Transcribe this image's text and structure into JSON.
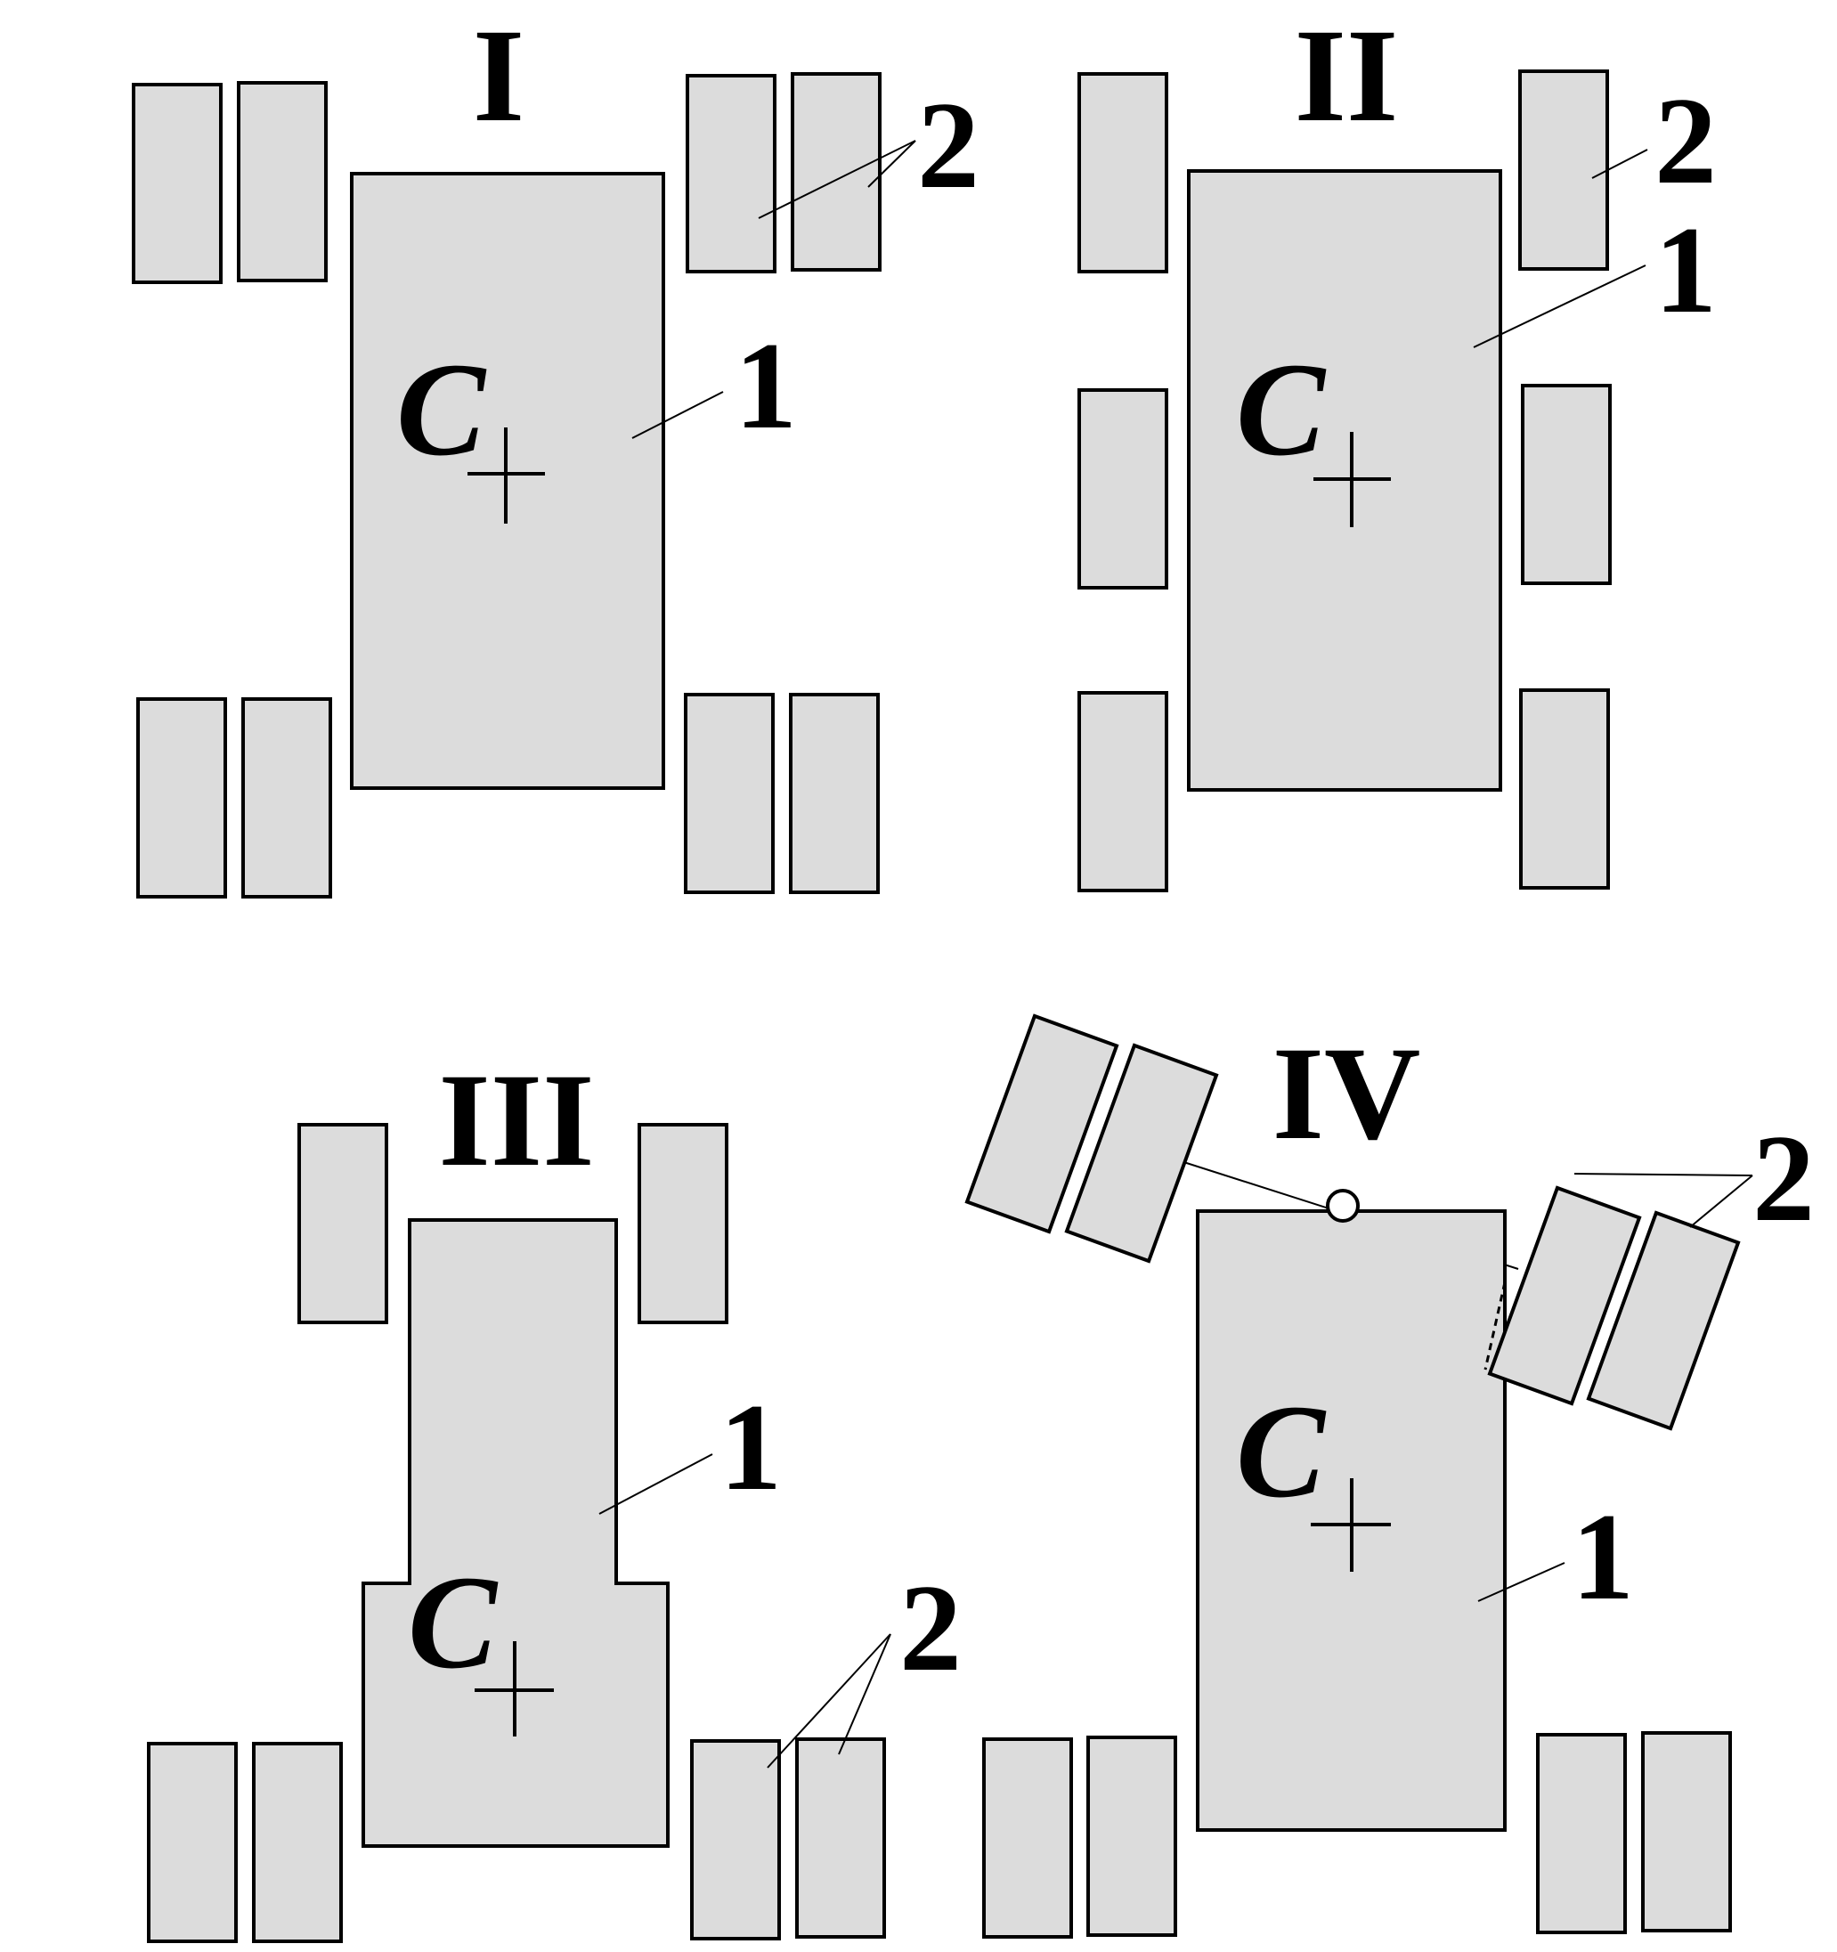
{
  "panels": [
    {
      "id": "I",
      "label": "I",
      "body_label": "1",
      "wheel_label": "2",
      "center_label": "C"
    },
    {
      "id": "II",
      "label": "II",
      "body_label": "1",
      "wheel_label": "2",
      "center_label": "C"
    },
    {
      "id": "III",
      "label": "III",
      "body_label": "1",
      "wheel_label": "2",
      "center_label": "C"
    },
    {
      "id": "IV",
      "label": "IV",
      "body_label": "1",
      "wheel_label": "2",
      "center_label": "C"
    }
  ],
  "colors": {
    "fill": "#dcdcdc",
    "stroke": "#000000",
    "background": "#ffffff"
  }
}
